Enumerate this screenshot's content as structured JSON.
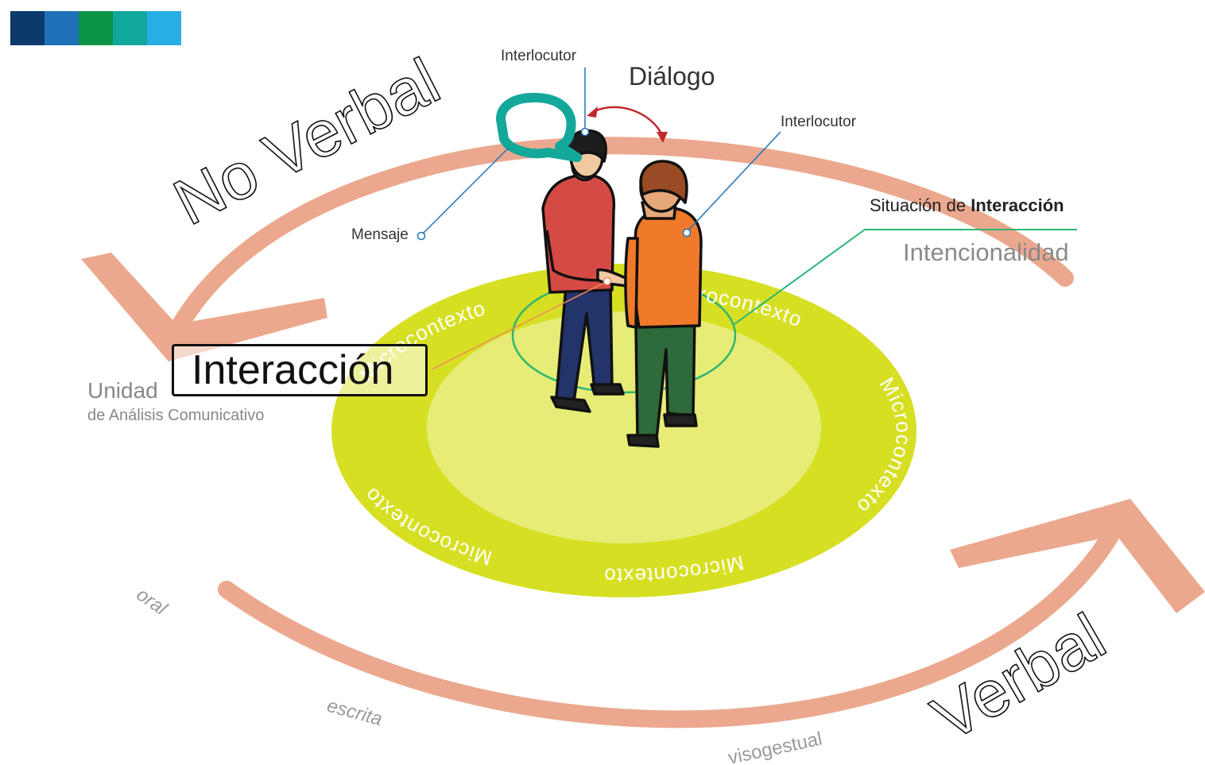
{
  "palette": {
    "blue_dark": "#0b3a6b",
    "blue": "#1f72b8",
    "green": "#0a9448",
    "teal": "#10a79e",
    "sky": "#29aee3",
    "arrow": "#eba88e",
    "lime_outer": "#d7df23",
    "lime_inner": "#e6ec76",
    "teal_ring": "#2bb673",
    "bubble": "#14a89a",
    "dialog_arrow": "#c1272d"
  },
  "labels": {
    "interlocutor_top": "Interlocutor",
    "dialogo": "Diálogo",
    "interlocutor_right": "Interlocutor",
    "no_verbal": "No Verbal",
    "mensaje": "Mensaje",
    "situacion_prefix": "Situación de ",
    "situacion_bold": "Interacción",
    "intencionalidad": "Intencionalidad",
    "interaccion": "Interacción",
    "unidad": "Unidad",
    "unidad_sub": "de Análisis Comunicativo",
    "microcontexto": "Microcontexto",
    "verbal": "Verbal",
    "oral": "oral",
    "escrita": "escrita",
    "visogestual": "visogestual"
  }
}
